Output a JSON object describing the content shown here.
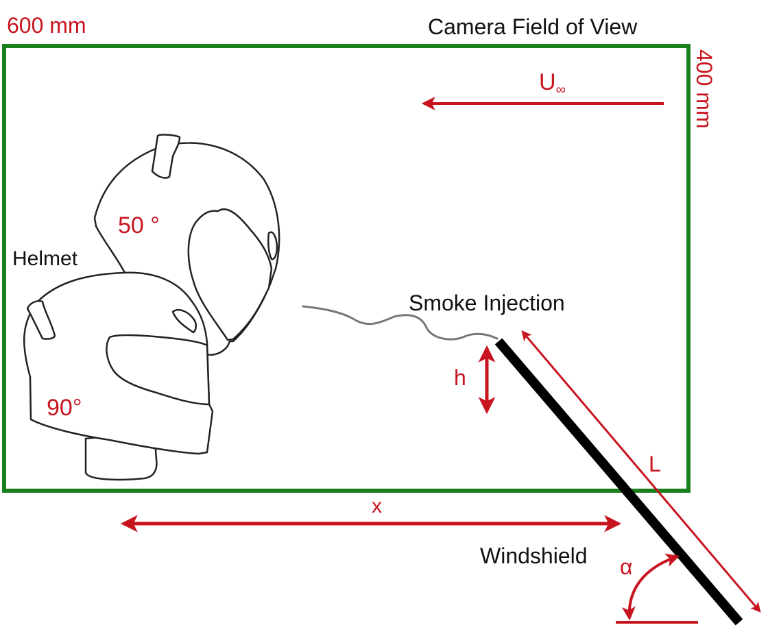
{
  "colors": {
    "field_of_view": "#1a7f1f",
    "annotation": "#c8141e",
    "text": "#111111",
    "windshield": "#000000",
    "smoke": "#777777",
    "helmet_outline": "#222222"
  },
  "labels": {
    "width_dimension": "600 mm",
    "height_dimension": "400 mm",
    "field_of_view": "Camera Field of View",
    "freestream_symbol": "U",
    "freestream_subscript": "∞",
    "helmet": "Helmet",
    "helmet_angle_1": "50 °",
    "helmet_angle_2": "90°",
    "smoke_injection": "Smoke Injection",
    "height_param": "h",
    "length_param": "L",
    "distance_param": "x",
    "windshield": "Windshield",
    "angle_param": "α"
  }
}
